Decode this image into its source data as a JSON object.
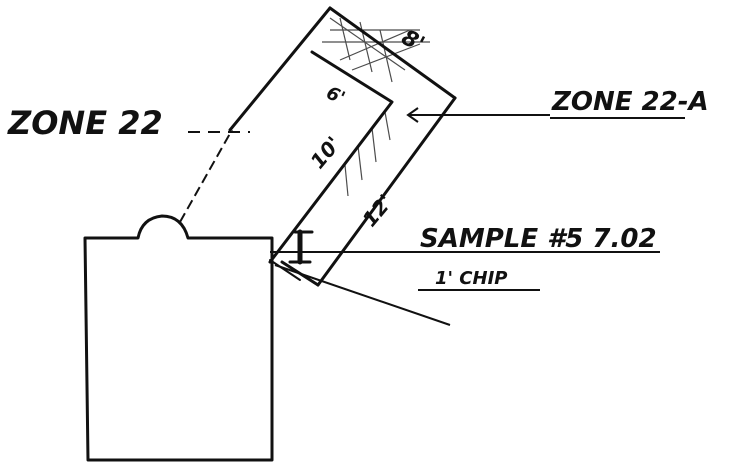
{
  "labels": {
    "zone_main": "ZONE 22",
    "zone_sub": "ZONE 22-A",
    "sample": "SAMPLE #5 7.02",
    "chip": "1' CHIP",
    "dim_8": "8'",
    "dim_6": "6'",
    "dim_10": "10'",
    "dim_12": "12'"
  },
  "colors": {
    "ink": "#111111",
    "background": "#ffffff"
  }
}
